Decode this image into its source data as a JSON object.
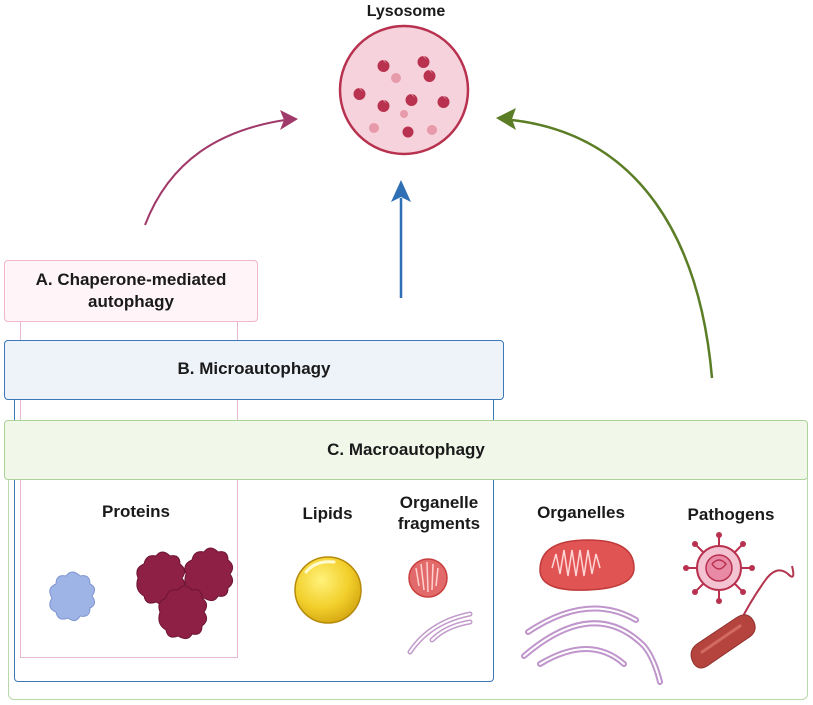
{
  "lysosome": {
    "label": "Lysosome"
  },
  "pathways": {
    "cma": {
      "label_line1": "A. Chaperone-mediated",
      "label_line2": "autophagy",
      "color": "#a03a6a"
    },
    "micro": {
      "label": "B. Microautophagy",
      "color": "#2f6fb3"
    },
    "macro": {
      "label": "C. Macroautophagy",
      "color": "#5a7d25"
    }
  },
  "cargo": {
    "proteins": "Proteins",
    "lipids": "Lipids",
    "organelle_fragments_line1": "Organelle",
    "organelle_fragments_line2": "fragments",
    "organelles": "Organelles",
    "pathogens": "Pathogens"
  }
}
